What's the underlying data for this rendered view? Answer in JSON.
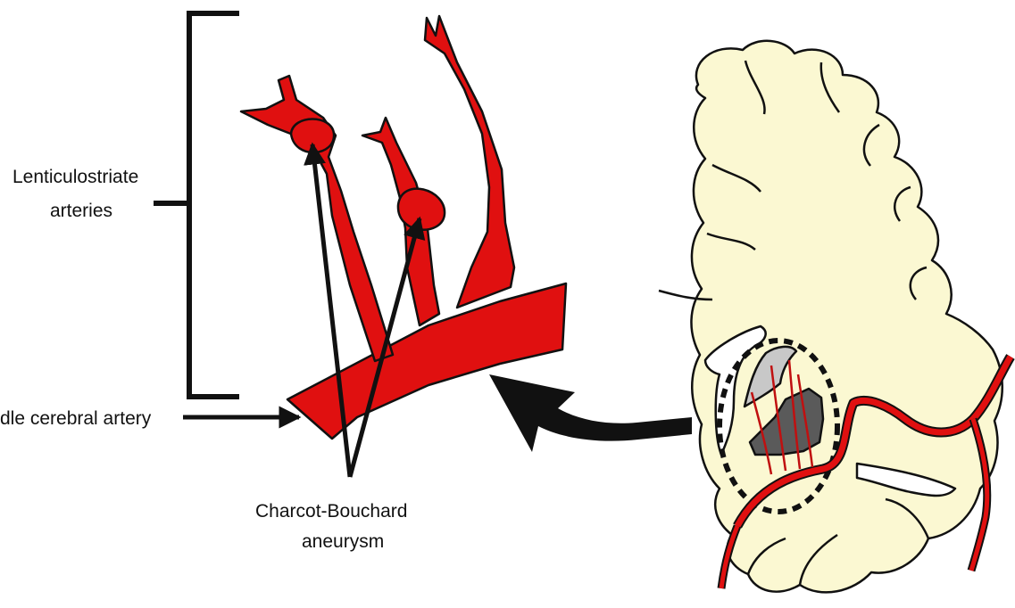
{
  "labels": {
    "lenticulostriate_line1": "Lenticulostriate",
    "lenticulostriate_line2": "arteries",
    "middle_cerebral": "dle cerebral artery",
    "charcot_line1": "Charcot-Bouchard",
    "charcot_line2": "aneurysm"
  },
  "colors": {
    "artery": "#e01010",
    "brain": "#fbf8d2",
    "outline": "#111111",
    "basal_ganglia_light": "#c8c8c8",
    "basal_ganglia_dark": "#5a5a5a"
  }
}
